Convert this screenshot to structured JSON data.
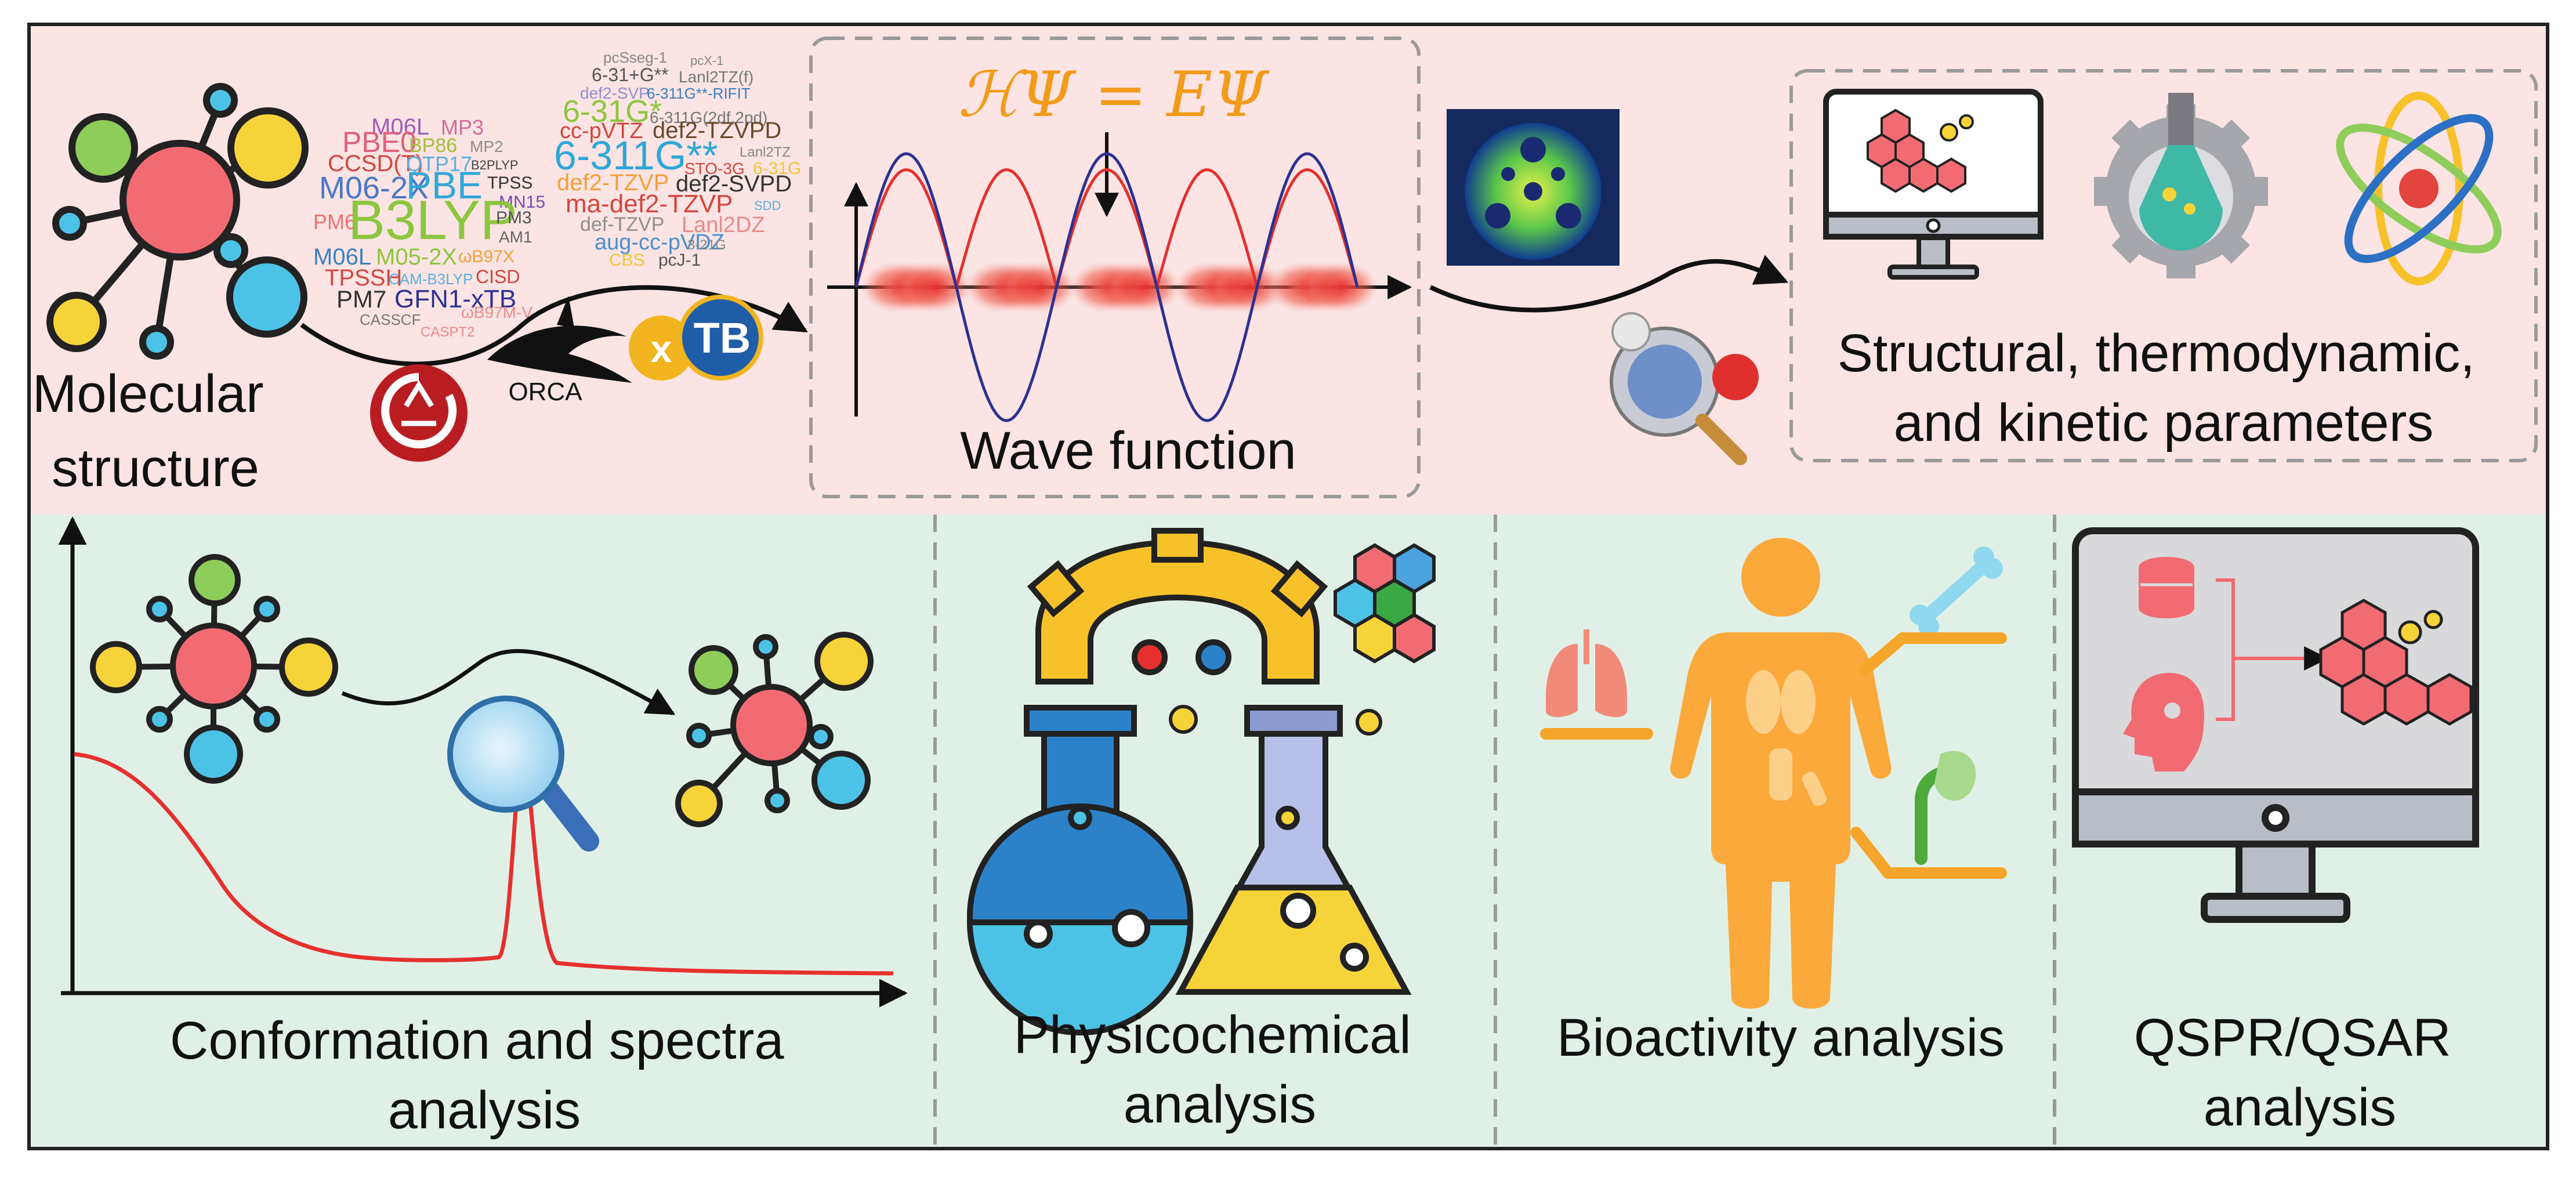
{
  "colors": {
    "top_panel": "#fbe4e3",
    "bottom_panel": "#e1f0e7",
    "border": "#222222",
    "dash": "#9a9a9a",
    "atom_red": "#f26b73",
    "atom_yellow": "#f7d33a",
    "atom_green": "#8fcd5a",
    "atom_blue": "#4cc3e6",
    "wave_red": "#e5302e",
    "wave_blue": "#2d3192",
    "equation_orange": "#f29b1b",
    "body_orange": "#fba93a",
    "spectrum_red": "#e5302e"
  },
  "top": {
    "molecular_structure": [
      "Molecular",
      "structure"
    ],
    "software": {
      "orca_label": "ORCA",
      "xtb_x": "x",
      "xtb_tb": "TB"
    },
    "wordcloud_left": [
      {
        "t": "M06L",
        "c": "#a35bb5"
      },
      {
        "t": "MP3",
        "c": "#d06d9a"
      },
      {
        "t": "PBE0",
        "c": "#e0607a"
      },
      {
        "t": "BP86",
        "c": "#a0c03a"
      },
      {
        "t": "MP2",
        "c": "#8e8e8e"
      },
      {
        "t": "CCSD(T)",
        "c": "#d2463f"
      },
      {
        "t": "QTP17",
        "c": "#5ab0e0"
      },
      {
        "t": "B2PLYP",
        "c": "#444444"
      },
      {
        "t": "M06-2X",
        "c": "#4a78c8"
      },
      {
        "t": "PBE",
        "c": "#2fa7d8"
      },
      {
        "t": "TPSS",
        "c": "#333333"
      },
      {
        "t": "MN15",
        "c": "#7a4bb0"
      },
      {
        "t": "PM6",
        "c": "#f07070"
      },
      {
        "t": "B3LYP",
        "c": "#8cc63f"
      },
      {
        "t": "PM3",
        "c": "#555555"
      },
      {
        "t": "AM1",
        "c": "#666666"
      },
      {
        "t": "M06L",
        "c": "#3a80c0"
      },
      {
        "t": "M05-2X",
        "c": "#8cc63f"
      },
      {
        "t": "ωB97X",
        "c": "#f2a03a"
      },
      {
        "t": "TPSSH",
        "c": "#d2463f"
      },
      {
        "t": "CAM-B3LYP",
        "c": "#5ab0e0"
      },
      {
        "t": "CISD",
        "c": "#d2463f"
      },
      {
        "t": "PM7",
        "c": "#333333"
      },
      {
        "t": "GFN1-xTB",
        "c": "#2d3192"
      },
      {
        "t": "CASSCF",
        "c": "#777777"
      },
      {
        "t": "ωB97M-V",
        "c": "#e88b8b"
      },
      {
        "t": "CASPT2",
        "c": "#e88b8b"
      }
    ],
    "wordcloud_right": [
      {
        "t": "pcSseg-1",
        "c": "#888888"
      },
      {
        "t": "pcX-1",
        "c": "#888888"
      },
      {
        "t": "6-31+G**",
        "c": "#555555"
      },
      {
        "t": "Lanl2TZ(f)",
        "c": "#777777"
      },
      {
        "t": "def2-SVP",
        "c": "#8f8fd0"
      },
      {
        "t": "6-311G**-RIFIT",
        "c": "#3a80c0"
      },
      {
        "t": "6-31G*",
        "c": "#8cc63f"
      },
      {
        "t": "6-311G(2df,2pd)",
        "c": "#777777"
      },
      {
        "t": "cc-pVTZ",
        "c": "#d2463f"
      },
      {
        "t": "def2-TZVPD",
        "c": "#6b4a2a"
      },
      {
        "t": "6-311G**",
        "c": "#2fa7d8"
      },
      {
        "t": "Lanl2TZ",
        "c": "#888888"
      },
      {
        "t": "STO-3G",
        "c": "#d2463f"
      },
      {
        "t": "6-31G",
        "c": "#f2c53a"
      },
      {
        "t": "def2-TZVP",
        "c": "#f2a03a"
      },
      {
        "t": "def2-SVPD",
        "c": "#333333"
      },
      {
        "t": "ma-def2-TZVP",
        "c": "#d2463f"
      },
      {
        "t": "SDD",
        "c": "#5ab0e0"
      },
      {
        "t": "def-TZVP",
        "c": "#8f8f8f"
      },
      {
        "t": "Lanl2DZ",
        "c": "#e88b8b"
      },
      {
        "t": "aug-cc-pVDZ",
        "c": "#4a90d0"
      },
      {
        "t": "3-21G",
        "c": "#888888"
      },
      {
        "t": "CBS",
        "c": "#f2c53a"
      },
      {
        "t": "pcJ-1",
        "c": "#555555"
      }
    ],
    "equation": "ℋΨ = EΨ",
    "wave_function": "Wave function",
    "parameters": [
      "Structural, thermodynamic,",
      "and kinetic parameters"
    ]
  },
  "bottom": {
    "conformation": [
      "Conformation and spectra",
      "analysis"
    ],
    "physicochemical": [
      "Physicochemical",
      "analysis"
    ],
    "bioactivity": "Bioactivity analysis",
    "qspr": [
      "QSPR/QSAR",
      "analysis"
    ]
  }
}
